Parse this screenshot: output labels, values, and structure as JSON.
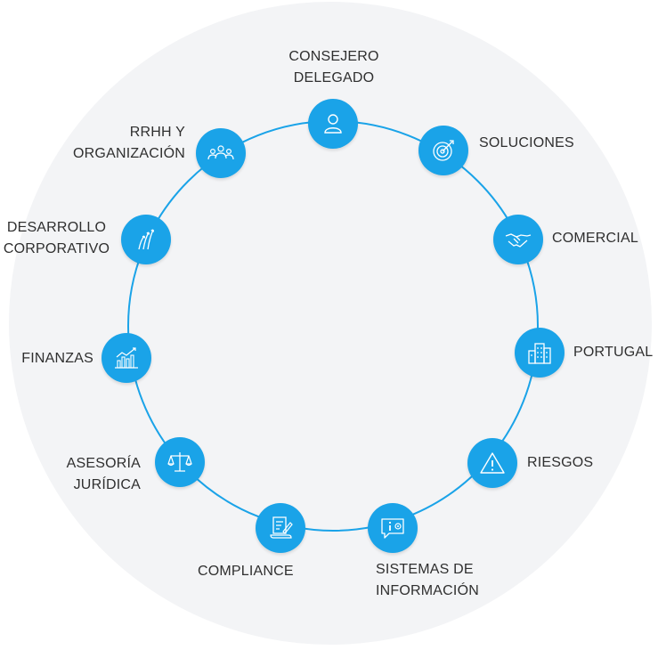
{
  "departments": [
    {
      "id": "consejero",
      "line1": "CONSEJERO",
      "line2": "DELEGADO",
      "icon": "person-icon"
    },
    {
      "id": "soluciones",
      "line1": "SOLUCIONES",
      "line2": "",
      "icon": "target-icon"
    },
    {
      "id": "comercial",
      "line1": "COMERCIAL",
      "line2": "",
      "icon": "handshake-icon"
    },
    {
      "id": "portugal",
      "line1": "PORTUGAL",
      "line2": "",
      "icon": "buildings-icon"
    },
    {
      "id": "riesgos",
      "line1": "RIESGOS",
      "line2": "",
      "icon": "warning-icon"
    },
    {
      "id": "sistemas",
      "line1": "SISTEMAS DE",
      "line2": "INFORMACIÓN",
      "icon": "info-chat-icon"
    },
    {
      "id": "compliance",
      "line1": "COMPLIANCE",
      "line2": "",
      "icon": "document-sign-icon"
    },
    {
      "id": "asesoria",
      "line1": "ASESORÍA",
      "line2": "JURÍDICA",
      "icon": "scales-icon"
    },
    {
      "id": "finanzas",
      "line1": "FINANZAS",
      "line2": "",
      "icon": "bar-chart-icon"
    },
    {
      "id": "desarrollo",
      "line1": "DESARROLLO",
      "line2": "CORPORATIVO",
      "icon": "growth-arrows-icon"
    },
    {
      "id": "rrhh",
      "line1": "RRHH Y",
      "line2": "ORGANIZACIÓN",
      "icon": "people-group-icon"
    }
  ],
  "colors": {
    "node": "#1aa3e8",
    "ring": "#1aa3e8",
    "background_disc": "#f3f4f6",
    "text": "#2f2f2f"
  }
}
